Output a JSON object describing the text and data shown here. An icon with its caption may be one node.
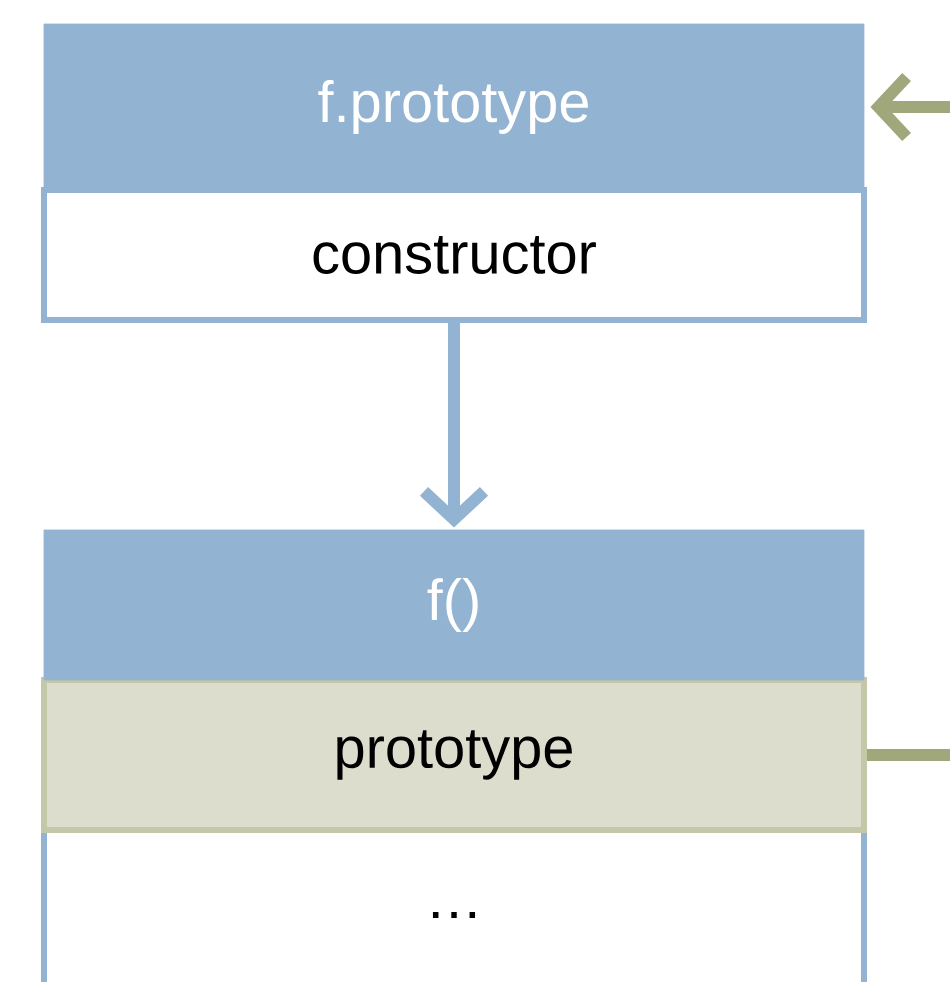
{
  "diagram": {
    "nodes": [
      {
        "text": [
          "f.prototype"
        ]
      },
      {
        "text": [
          "constructor"
        ]
      },
      {
        "text": [
          "f()"
        ]
      },
      {
        "text": [
          "prototype"
        ]
      },
      {
        "text": [
          "…"
        ]
      }
    ],
    "edges": [
      {
        "from": 1,
        "to": 2,
        "arrow": "to"
      },
      {
        "from": 3,
        "to": 0,
        "arrow": "to",
        "color": "#a0a77b"
      }
    ]
  }
}
